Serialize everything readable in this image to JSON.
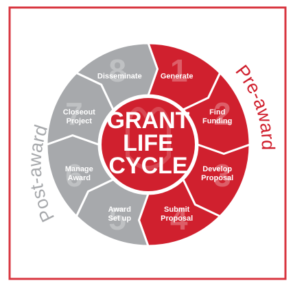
{
  "center": {
    "lines": [
      "GRANT",
      "LIFE",
      "CYCLE"
    ]
  },
  "phases": {
    "pre": {
      "label": "Pre-award",
      "color": "#d0202e"
    },
    "post": {
      "label": "Post-award",
      "color": "#a7a9ac"
    }
  },
  "colors": {
    "red": "#d0202e",
    "red_dark": "#a0141f",
    "grey": "#a7a9ac",
    "grey_dark": "#7d7f82",
    "border": "#d8353f"
  },
  "steps": [
    {
      "number": "1",
      "lines": [
        "Generate"
      ],
      "phase": "pre"
    },
    {
      "number": "2",
      "lines": [
        "Find",
        "Funding"
      ],
      "phase": "pre"
    },
    {
      "number": "3",
      "lines": [
        "Develop",
        "Proposal"
      ],
      "phase": "pre"
    },
    {
      "number": "4",
      "lines": [
        "Submit",
        "Proposal"
      ],
      "phase": "pre"
    },
    {
      "number": "5",
      "lines": [
        "Award",
        "Set up"
      ],
      "phase": "post"
    },
    {
      "number": "6",
      "lines": [
        "Manage",
        "Award"
      ],
      "phase": "post"
    },
    {
      "number": "7",
      "lines": [
        "Closeout",
        "Project"
      ],
      "phase": "post"
    },
    {
      "number": "8",
      "lines": [
        "Disseminate"
      ],
      "phase": "post"
    }
  ]
}
